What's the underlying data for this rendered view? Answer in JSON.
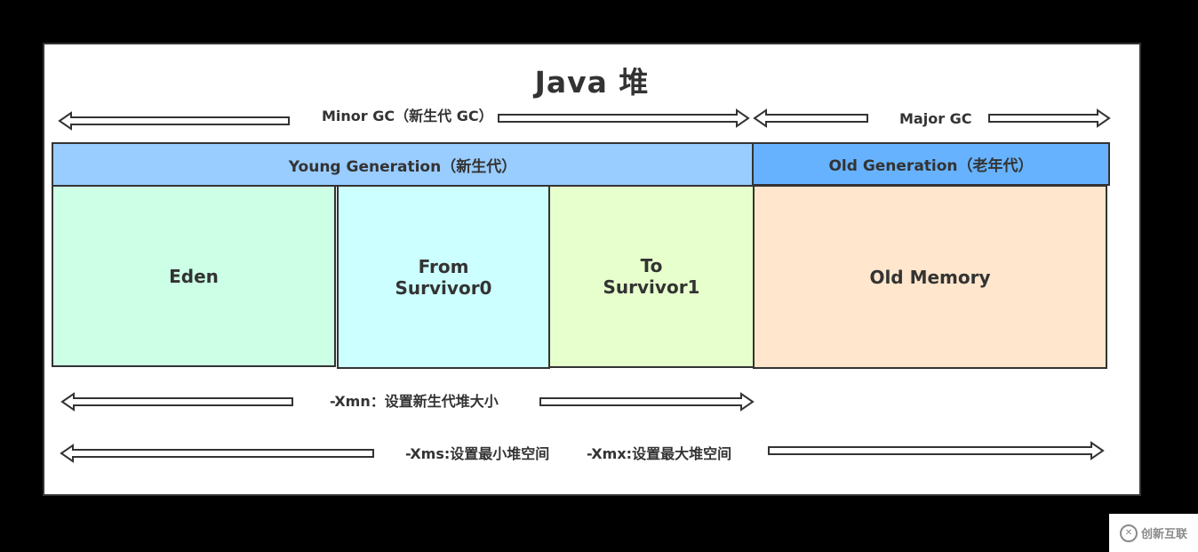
{
  "title": "Java 堆",
  "arrows": {
    "minor_gc": "Minor GC（新生代 GC）",
    "major_gc": "Major GC",
    "xmn": "-Xmn：设置新生代堆大小",
    "xms": "-Xms:设置最小堆空间",
    "xmx": "-Xmx:设置最大堆空间"
  },
  "generations": {
    "young": "Young Generation（新生代）",
    "old": "Old Generation（老年代）"
  },
  "areas": {
    "eden": "Eden",
    "from_l1": "From",
    "from_l2": "Survivor0",
    "to_l1": "To",
    "to_l2": "Survivor1",
    "old_memory": "Old Memory"
  },
  "colors": {
    "young_header": "#99ccff",
    "old_header": "#66b2ff",
    "eden": "#ccffe6",
    "from_survivor": "#ccffff",
    "to_survivor": "#e6ffcc",
    "old_memory": "#ffe6cc"
  },
  "watermark": {
    "icon": "logo-icon",
    "text": "创新互联"
  }
}
